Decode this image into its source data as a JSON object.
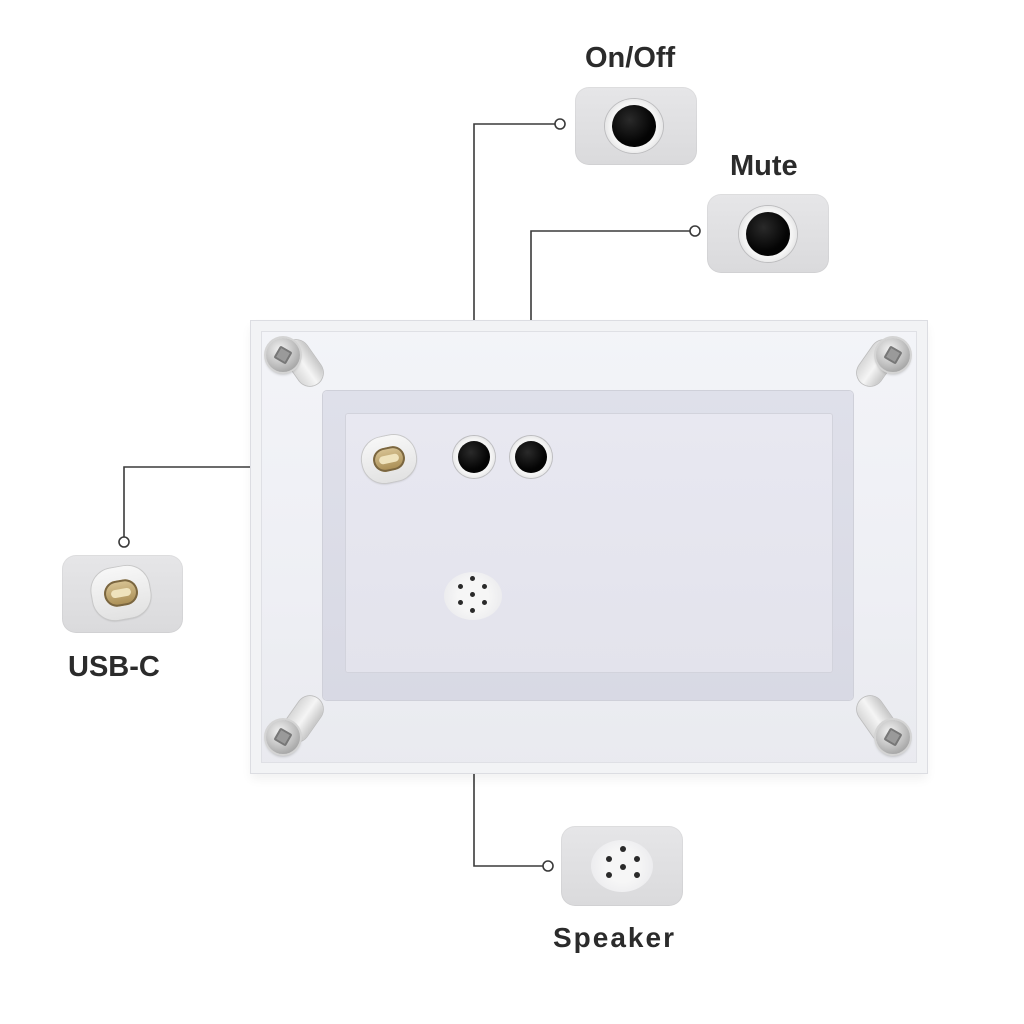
{
  "labels": {
    "on_off": "On/Off",
    "mute": "Mute",
    "usb_c": "USB-C",
    "speaker": "Speaker"
  },
  "colors": {
    "label_text": "#2b2b2b",
    "callout_bg": "#dedee0",
    "leader_line": "#3a3a3a",
    "frame": "#eeeff4",
    "usbc_gold": "#c2a86e"
  },
  "icons": [
    "power-button-icon",
    "mute-button-icon",
    "usb-c-port-icon",
    "speaker-grille-icon"
  ]
}
